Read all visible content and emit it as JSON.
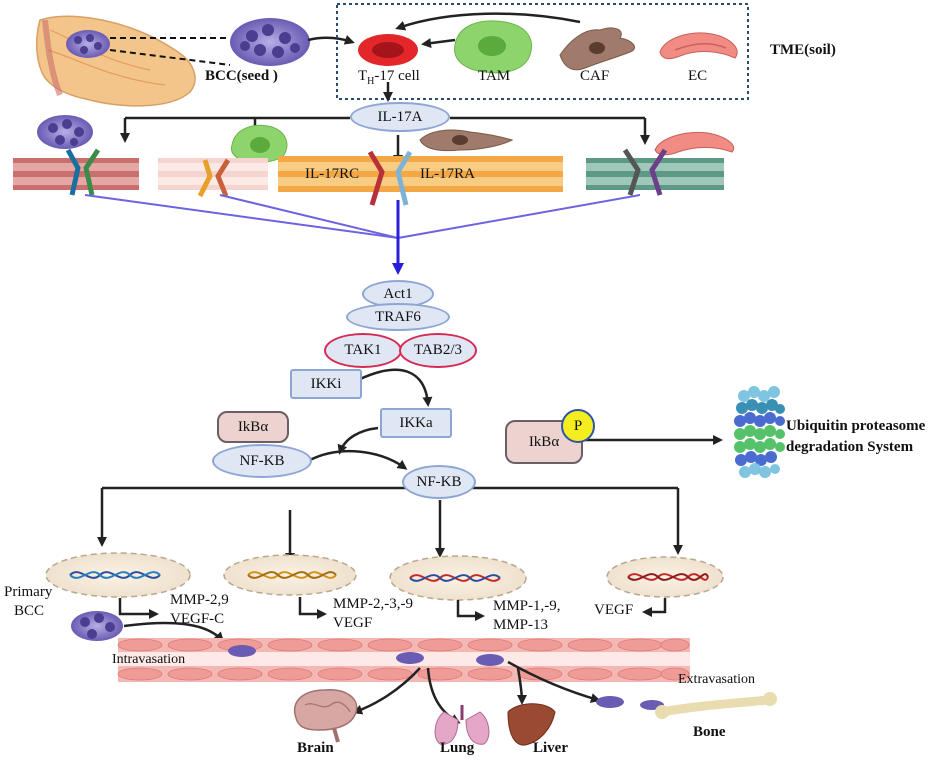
{
  "labels": {
    "bcc_seed": "BCC(seed )",
    "tme_soil": "TME(soil)",
    "th17_cell": "TH-17 cell",
    "th17_main": "T",
    "th17_sub": "H",
    "th17_rest": "-17 cell",
    "tam": "TAM",
    "caf": "CAF",
    "ec": "EC",
    "il17a": "IL-17A",
    "il17rc": "IL-17RC",
    "il17ra": "IL-17RA",
    "act1": "Act1",
    "traf6": "TRAF6",
    "tak1": "TAK1",
    "tab23": "TAB2/3",
    "ikki": "IKKi",
    "ikka": "IKKa",
    "ikba_left": "IkBα",
    "ikba_right": "IkBα",
    "p": "P",
    "nfkb_left": "NF-KB",
    "nfkb_center": "NF-KB",
    "ups_line1": "Ubiquitin  proteasome",
    "ups_line2": "degradation  System",
    "primary_bcc_line1": "Primary",
    "primary_bcc_line2": "BCC",
    "target1_line1": "MMP-2,9",
    "target1_line2": "VEGF-C",
    "target2_line1": "MMP-2,-3,-9",
    "target2_line2": "VEGF",
    "target3_line1": "MMP-1,-9,",
    "target3_line2": "MMP-13",
    "target4": "VEGF",
    "intravasation": "Intravasation",
    "extravasation": "Extravasation",
    "brain": "Brain",
    "lung": "Lung",
    "liver": "Liver",
    "bone": "Bone"
  },
  "colors": {
    "arrow_black": "#222222",
    "arrow_blue": "#2a1fd8",
    "node_fill": "#dfe6f4",
    "node_border": "#8ea6d4",
    "tak_border": "#d62a52",
    "membrane_orange": "#f4a845",
    "membrane_teal": "#5d9a86",
    "membrane_red": "#c9706e",
    "vessel_pink": "#f3b6b3",
    "tme_box_border": "#2b4a6f",
    "phospho": "#f5ee1f"
  },
  "icons": [
    "breast-icon",
    "tumor-cluster-icon",
    "th17-cell-icon",
    "tam-cell-icon",
    "caf-cell-icon",
    "ec-cell-icon",
    "nucleus-dna-icon",
    "proteasome-icon",
    "brain-icon",
    "lung-icon",
    "liver-icon",
    "bone-icon",
    "blood-vessel-icon"
  ]
}
